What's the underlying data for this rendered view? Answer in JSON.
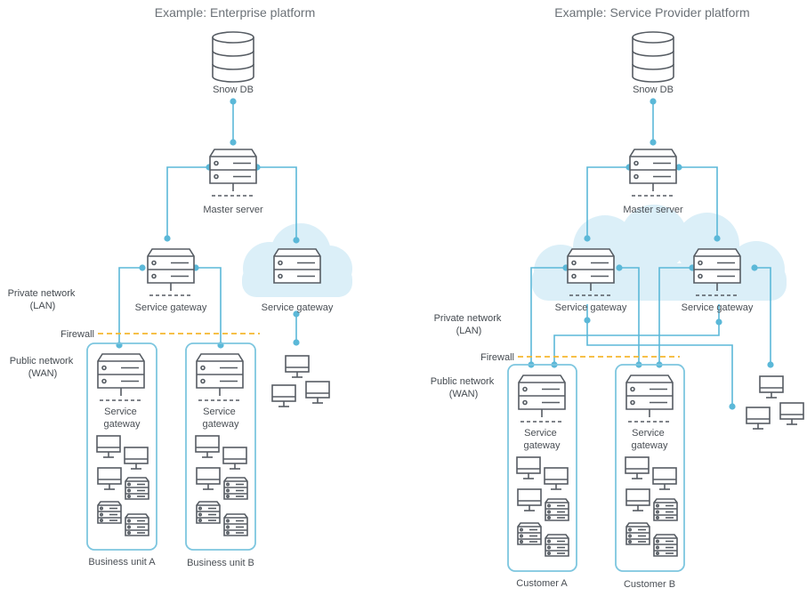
{
  "left": {
    "title": "Example: Enterprise platform",
    "db": "Snow DB",
    "master": "Master server",
    "gw1": "Service gateway",
    "gw2": "Service gateway",
    "private": "Private network\n(LAN)",
    "public": "Public network\n(WAN)",
    "firewall": "Firewall",
    "unit_gw": "Service\ngateway",
    "unitA": "Business unit A",
    "unitB": "Business unit B"
  },
  "right": {
    "title": "Example: Service Provider platform",
    "db": "Snow DB",
    "master": "Master server",
    "gw1": "Service gateway",
    "gw2": "Service gateway",
    "private": "Private network\n(LAN)",
    "public": "Public network\n(WAN)",
    "firewall": "Firewall",
    "unit_gw": "Service\ngateway",
    "custA": "Customer A",
    "custB": "Customer B"
  },
  "icons": [
    "database-icon",
    "server-icon",
    "monitor-icon",
    "storage-icon",
    "cloud-icon"
  ],
  "colors": {
    "link": "#5bb8d8",
    "firewall": "#f5b82e",
    "cloud": "#dbeff8",
    "icon": "#565c63"
  }
}
